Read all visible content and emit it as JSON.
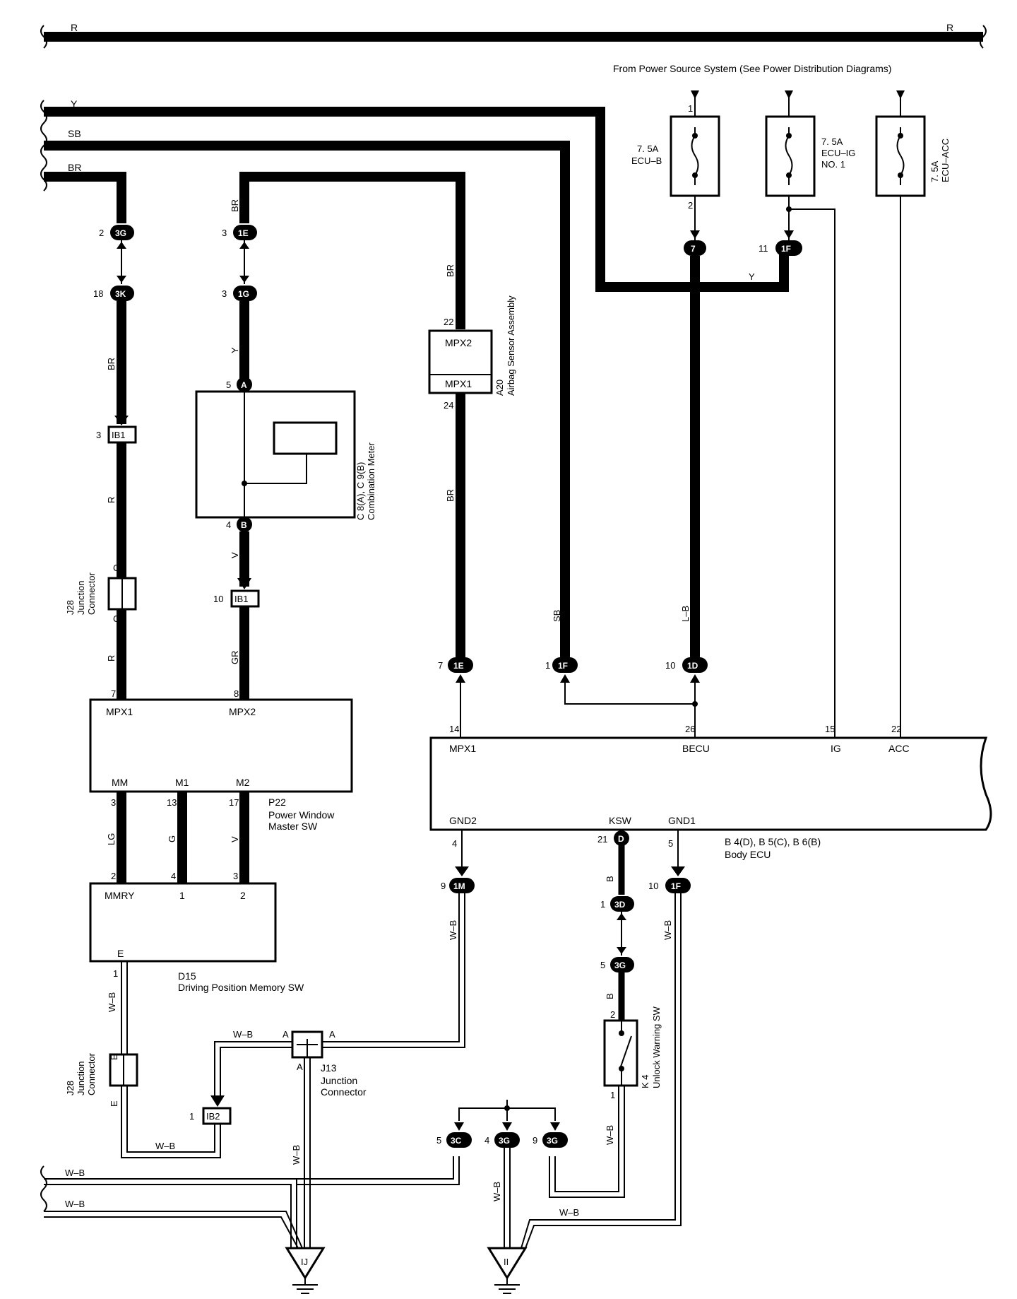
{
  "wire_colors": {
    "R": "R",
    "Y": "Y",
    "SB": "SB",
    "BR": "BR",
    "V": "V",
    "GR": "GR",
    "LG": "LG",
    "G": "G",
    "LB": "L–B",
    "B": "B",
    "WB": "W–B"
  },
  "power_source_note": "From Power Source System (See Power Distribution Diagrams)",
  "fuses": {
    "ecu_b": {
      "rating": "7. 5A",
      "name": "ECU–B"
    },
    "ecu_ig": {
      "rating": "7. 5A",
      "name": "ECU–IG",
      "name2": "NO. 1"
    },
    "ecu_acc": {
      "rating": "7. 5A",
      "name": "ECU–ACC"
    }
  },
  "connectors": {
    "c3g_top": "3G",
    "c3k": "3K",
    "c1e_top": "1E",
    "c1g": "1G",
    "c7": "7",
    "c1f_top": "1F",
    "ib1_a": "IB1",
    "ib1_b": "IB1",
    "ca": "A",
    "cb": "B",
    "c1e": "1E",
    "c1f": "1F",
    "c1d": "1D",
    "cd": "D",
    "c1m": "1M",
    "c1f_bot": "1F",
    "c3d": "3D",
    "c3g_mid": "3G",
    "c3c": "3C",
    "c3g_b1": "3G",
    "c3g_b2": "3G",
    "ib2": "IB2"
  },
  "pins": {
    "p2": "2",
    "p18": "18",
    "p3a": "3",
    "p3b": "3",
    "p3c": "3",
    "p5": "5",
    "p4": "4",
    "p10": "10",
    "p7": "7",
    "p8": "8",
    "p3d": "3",
    "p13": "13",
    "p17": "17",
    "p2b": "2",
    "p4b": "4",
    "p3e": "3",
    "p1": "1",
    "p1b": "1",
    "p22": "22",
    "p24": "24",
    "p7b": "7",
    "p1c": "1",
    "p10b": "10",
    "p14": "14",
    "p26": "26",
    "p15": "15",
    "p22b": "22",
    "p4c": "4",
    "p21": "21",
    "p5b": "5",
    "p9": "9",
    "p10c": "10",
    "p1d": "1",
    "p5c": "5",
    "p2c": "2",
    "p1e": "1",
    "p5d": "5",
    "p4d": "4",
    "p9b": "9",
    "f1": "1",
    "f2": "2",
    "p11": "11"
  },
  "components": {
    "combination_meter": {
      "code": "C 8(A), C 9(B)",
      "name": "Combination Meter"
    },
    "airbag": {
      "code": "A20",
      "name": "Airbag Sensor Assembly",
      "pin_top": "MPX2",
      "pin_bot": "MPX1"
    },
    "power_window": {
      "code": "P22",
      "name1": "Power Window",
      "name2": "Master SW",
      "mpx1": "MPX1",
      "mpx2": "MPX2",
      "mm": "MM",
      "m1": "M1",
      "m2": "M2"
    },
    "memory_sw": {
      "code": "D15",
      "name": "Driving Position Memory SW",
      "mmry": "MMRY",
      "t1": "1",
      "t2": "2",
      "e": "E"
    },
    "body_ecu": {
      "code": "B 4(D), B 5(C), B 6(B)",
      "name": "Body ECU",
      "mpx1": "MPX1",
      "becu": "BECU",
      "ig": "IG",
      "acc": "ACC",
      "gnd2": "GND2",
      "ksw": "KSW",
      "gnd1": "GND1"
    },
    "j28_top": {
      "code": "J28",
      "name1": "Junction",
      "name2": "Connector",
      "pin": "C"
    },
    "j28_bot": {
      "code": "J28",
      "name1": "Junction",
      "name2": "Connector",
      "pin": "E"
    },
    "j13": {
      "code": "J13",
      "name1": "Junction",
      "name2": "Connector",
      "pin": "A"
    },
    "unlock_sw": {
      "code": "K 4",
      "name": "Unlock Warning SW"
    }
  },
  "grounds": {
    "ij": "IJ",
    "ii": "II"
  }
}
